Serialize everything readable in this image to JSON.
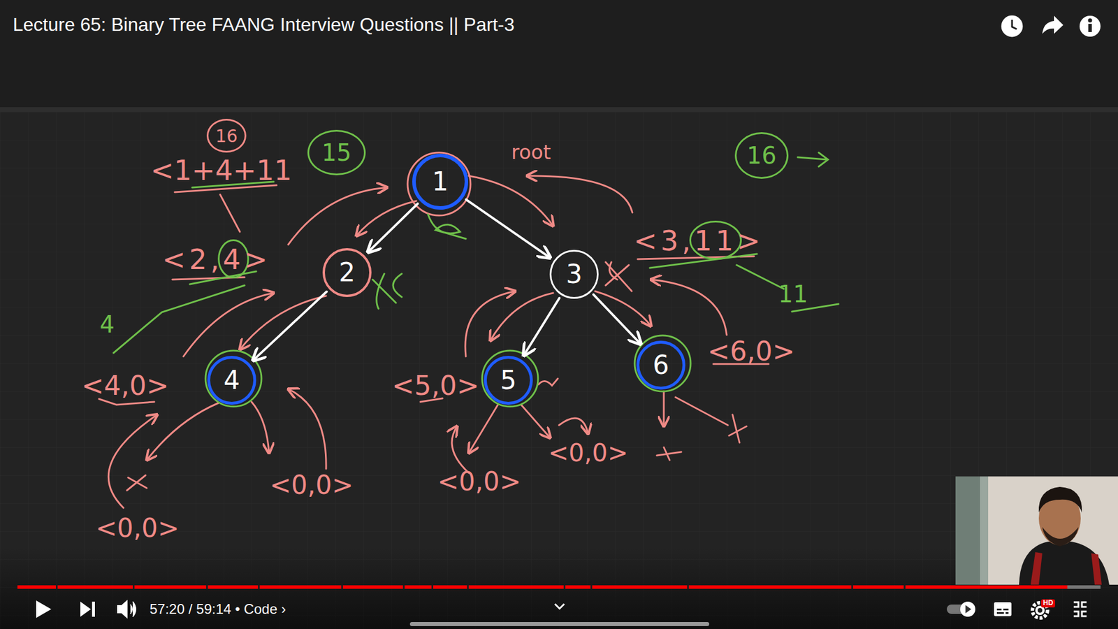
{
  "diagram": {
    "title": "Lecture 65: Binary Tree FAANG Interview Questions || Part-3",
    "nodes": [
      {
        "text": [
          "16"
        ]
      },
      {
        "text": [
          "15"
        ]
      },
      {
        "text": [
          "1"
        ]
      },
      {
        "text": [
          "16"
        ]
      },
      {
        "text": [
          "2"
        ]
      },
      {
        "text": [
          "3"
        ]
      },
      {
        "text": [
          "4"
        ]
      },
      {
        "text": [
          "5"
        ]
      },
      {
        "text": [
          "6"
        ]
      }
    ],
    "edges": [
      {
        "from": 2,
        "to": 4,
        "arrow": "to"
      },
      {
        "from": 2,
        "to": 5,
        "arrow": "to"
      },
      {
        "from": 4,
        "to": 6,
        "arrow": "to"
      },
      {
        "from": 5,
        "to": 7,
        "arrow": "to"
      },
      {
        "from": 5,
        "to": 8,
        "arrow": "to"
      }
    ],
    "labels": [
      "<1+4+11",
      "root",
      "<2,4>",
      "4",
      "<3,11>",
      "11",
      "<4,0>",
      "<5,0>",
      "<6,0>",
      "<0,0>",
      "<0,0>",
      "<0,0>",
      "<0,0>",
      "57:20 / 59:14 • Code ›",
      "HD"
    ]
  }
}
